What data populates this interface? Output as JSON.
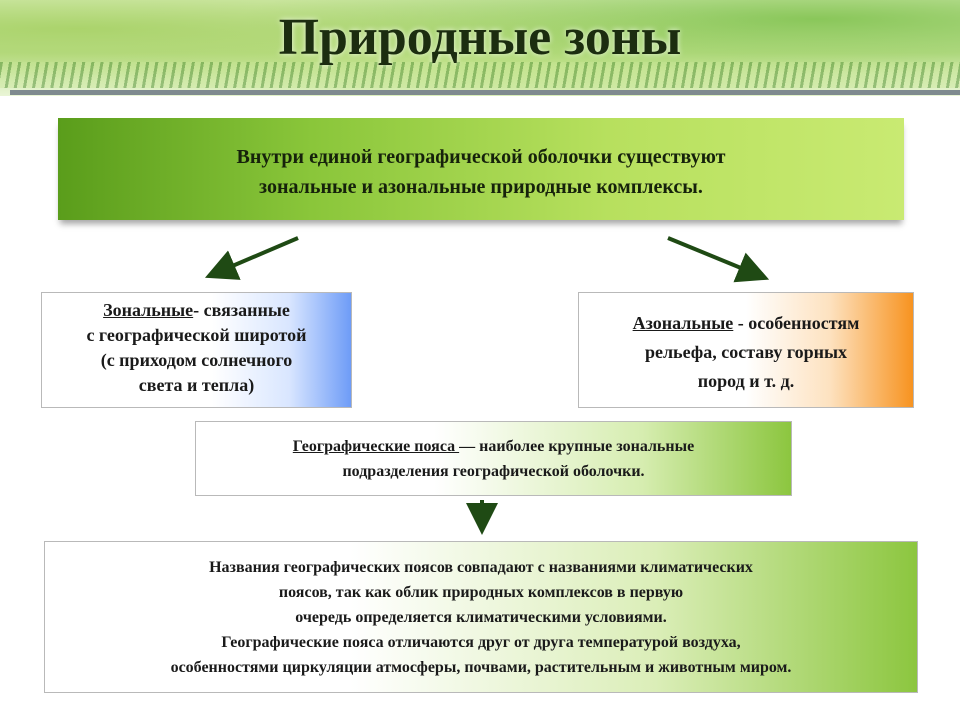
{
  "title": "Природные зоны",
  "banner": {
    "line1": "Внутри единой географической оболочки существуют",
    "line2": "зональные и азональные природные комплексы."
  },
  "zonal": {
    "term": "Зональные",
    "line1_rest": "- связанные",
    "line2": "с географической широтой",
    "line3": "(с приходом солнечного",
    "line4": "света и тепла)"
  },
  "azonal": {
    "term": "Азональные",
    "line1_rest": " - особенностям",
    "line2": "рельефа, составу горных",
    "line3": "пород и т. д."
  },
  "belts": {
    "term": "Географические пояса ",
    "line1_rest": "— наиболее крупные зональные",
    "line2": "подразделения географической оболочки."
  },
  "names": {
    "lines": [
      "Названия географических поясов совпадают с названиями климатических",
      "поясов, так как облик природных комплексов в первую",
      "очередь определяется климатическими условиями.",
      "Географические пояса отличаются друг от друга температурой воздуха,",
      "особенностями циркуляции атмосферы, почвами, растительным и животным миром."
    ]
  },
  "colors": {
    "arrow": "#1f4a14",
    "banner_green": "#8ac63a",
    "zonal_blue": "#6e9cf7",
    "azonal_orange": "#f79320",
    "belts_green": "#8cc63f"
  }
}
